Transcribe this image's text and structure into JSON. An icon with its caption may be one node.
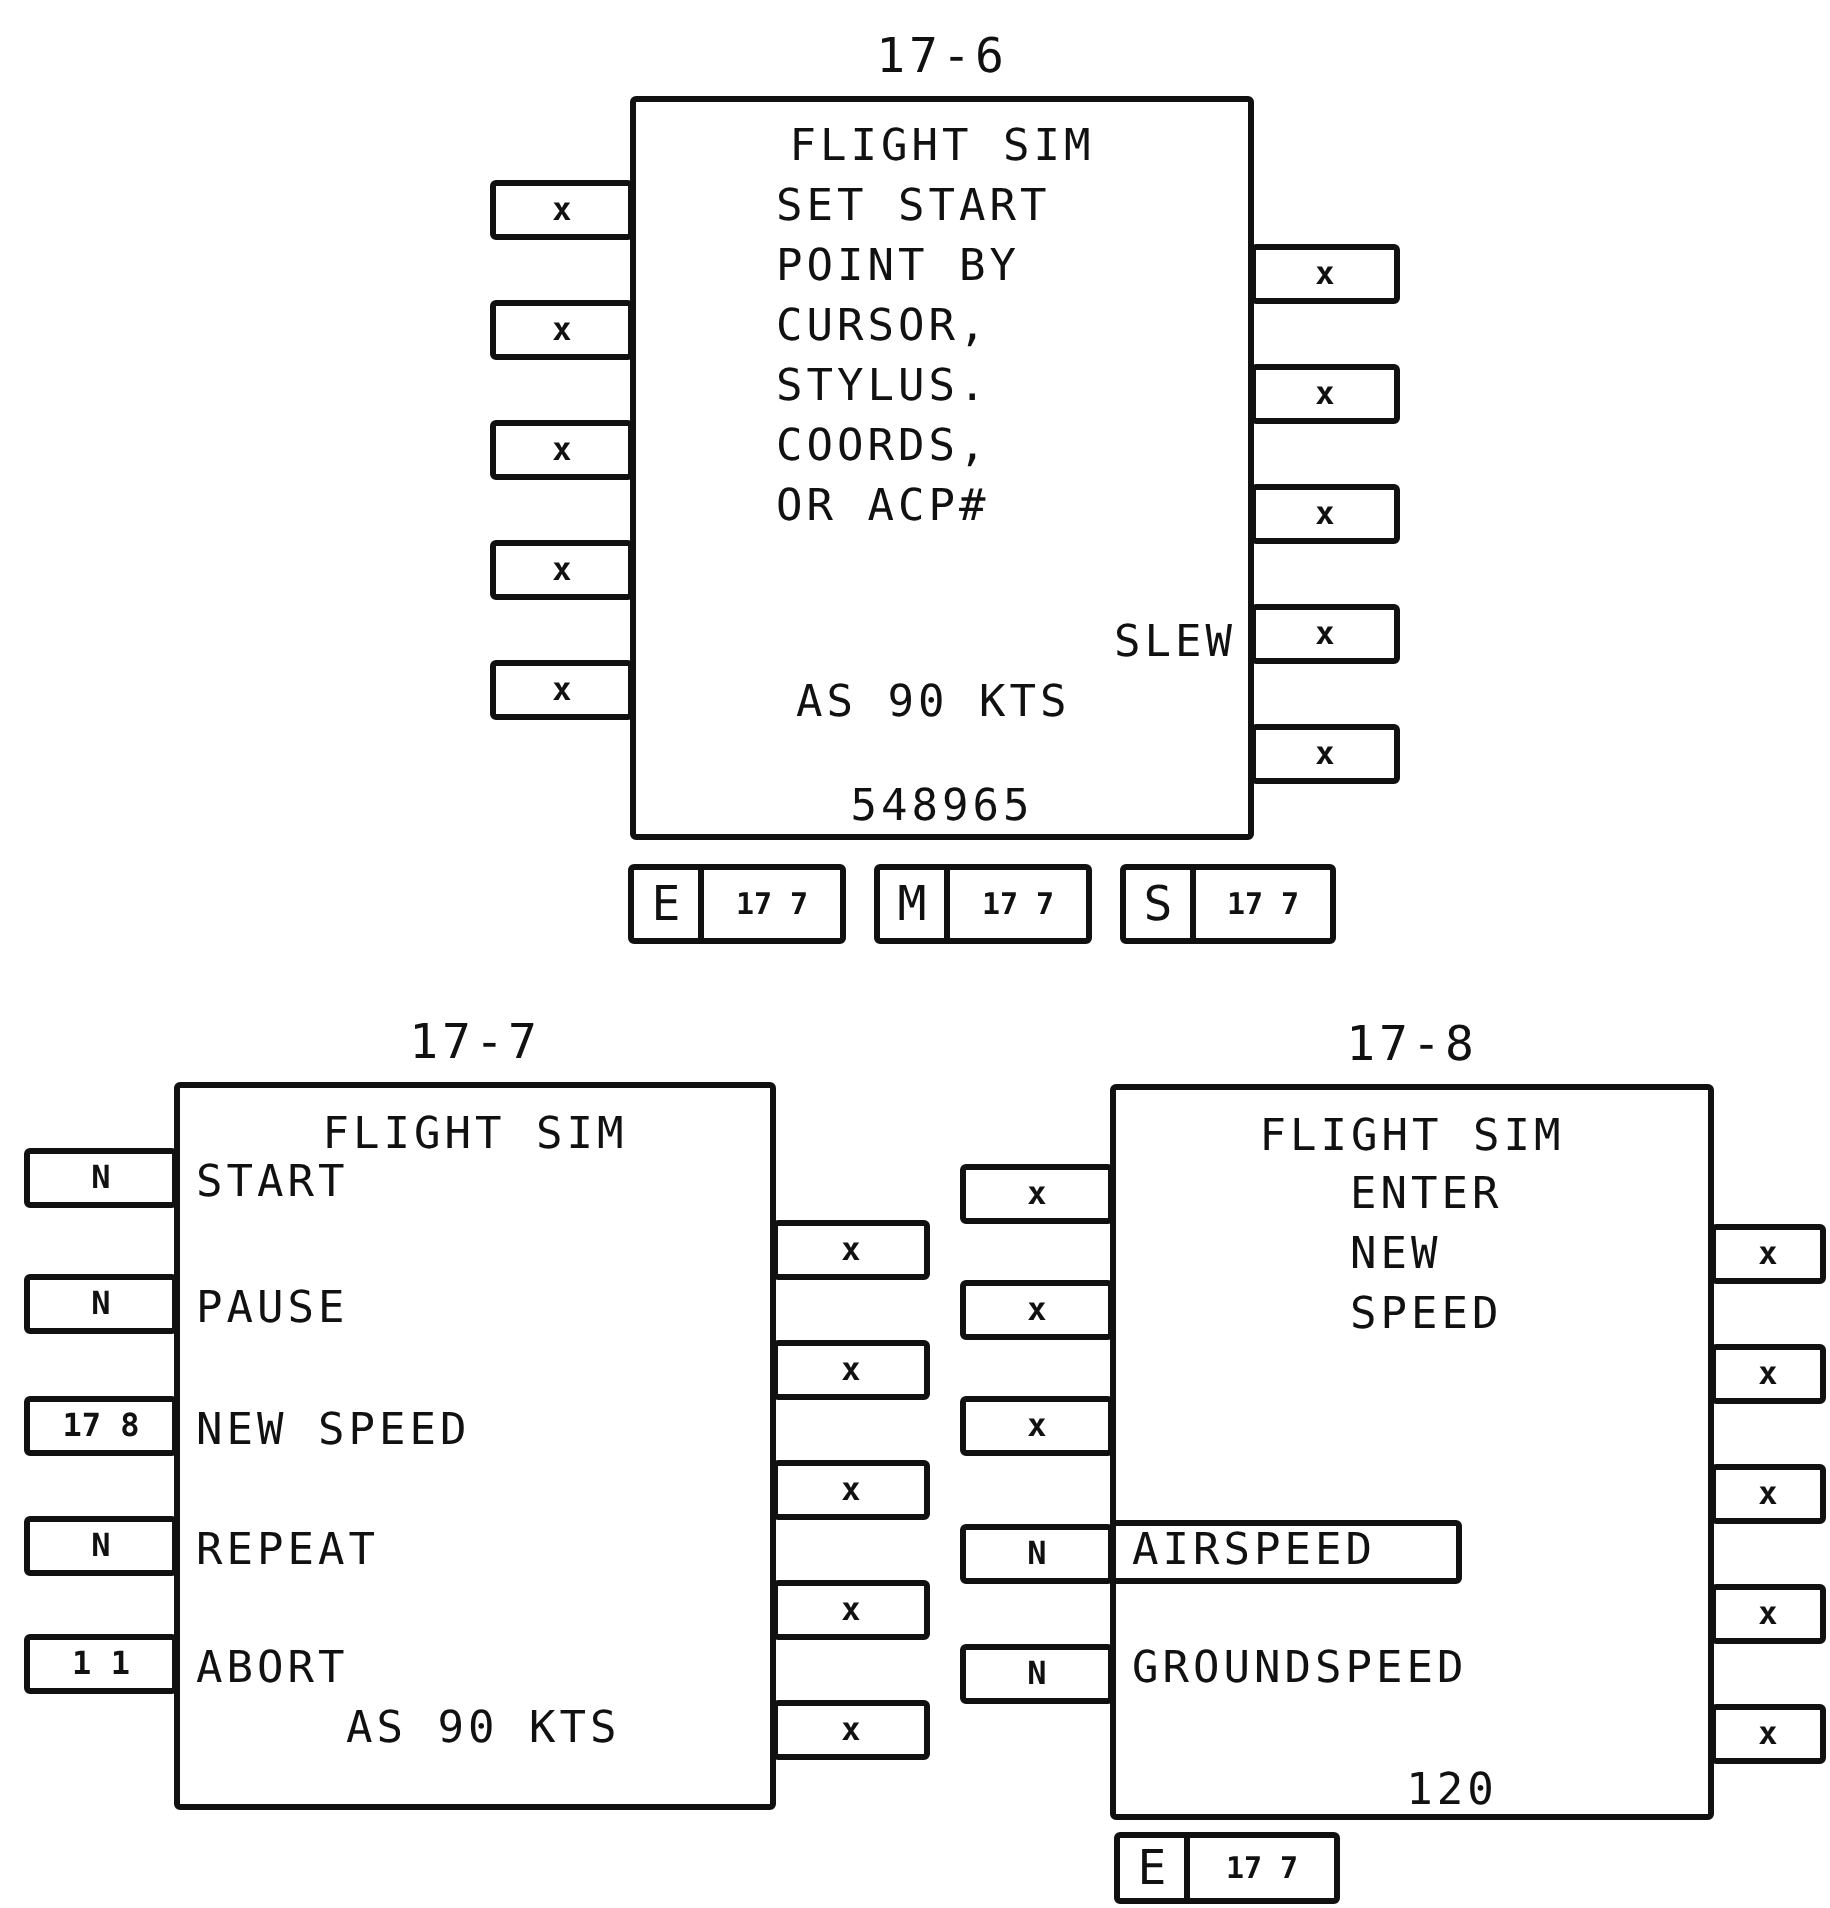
{
  "diagram": {
    "nodes": [
      {
        "text": [
          "FLIGHT SIM",
          "SET START POINT BY CURSOR, STYLUS. COORDS, OR ACP#",
          "SLEW",
          "AS 90 KTS",
          "548965"
        ],
        "beside": [
          "17-6"
        ]
      },
      {
        "text": [
          "x"
        ]
      },
      {
        "text": [
          "x"
        ]
      },
      {
        "text": [
          "x"
        ]
      },
      {
        "text": [
          "x"
        ]
      },
      {
        "text": [
          "x"
        ]
      },
      {
        "text": [
          "x"
        ]
      },
      {
        "text": [
          "x"
        ]
      },
      {
        "text": [
          "x"
        ]
      },
      {
        "text": [
          "x"
        ]
      },
      {
        "text": [
          "x"
        ]
      },
      {
        "text": [
          "E",
          "17 7"
        ]
      },
      {
        "text": [
          "M",
          "17 7"
        ]
      },
      {
        "text": [
          "S",
          "17 7"
        ]
      },
      {
        "text": [
          "FLIGHT SIM",
          "START",
          "PAUSE",
          "NEW SPEED",
          "REPEAT",
          "ABORT",
          "AS 90 KTS"
        ],
        "beside": [
          "17-7"
        ]
      },
      {
        "text": [
          "N"
        ]
      },
      {
        "text": [
          "N"
        ]
      },
      {
        "text": [
          "17 8"
        ]
      },
      {
        "text": [
          "N"
        ]
      },
      {
        "text": [
          "1 1"
        ]
      },
      {
        "text": [
          "x"
        ]
      },
      {
        "text": [
          "x"
        ]
      },
      {
        "text": [
          "x"
        ]
      },
      {
        "text": [
          "x"
        ]
      },
      {
        "text": [
          "x"
        ]
      },
      {
        "text": [
          "FLIGHT SIM",
          "ENTER NEW SPEED",
          "GROUNDSPEED",
          "120"
        ],
        "beside": [
          "17-8"
        ]
      },
      {
        "text": [
          "AIRSPEED"
        ],
        "in": 25
      },
      {
        "text": [
          "x"
        ]
      },
      {
        "text": [
          "x"
        ]
      },
      {
        "text": [
          "x"
        ]
      },
      {
        "text": [
          "N"
        ]
      },
      {
        "text": [
          "N"
        ]
      },
      {
        "text": [
          "x"
        ]
      },
      {
        "text": [
          "x"
        ]
      },
      {
        "text": [
          "x"
        ]
      },
      {
        "text": [
          "x"
        ]
      },
      {
        "text": [
          "x"
        ]
      },
      {
        "text": [
          "E",
          "17 7"
        ]
      }
    ]
  }
}
